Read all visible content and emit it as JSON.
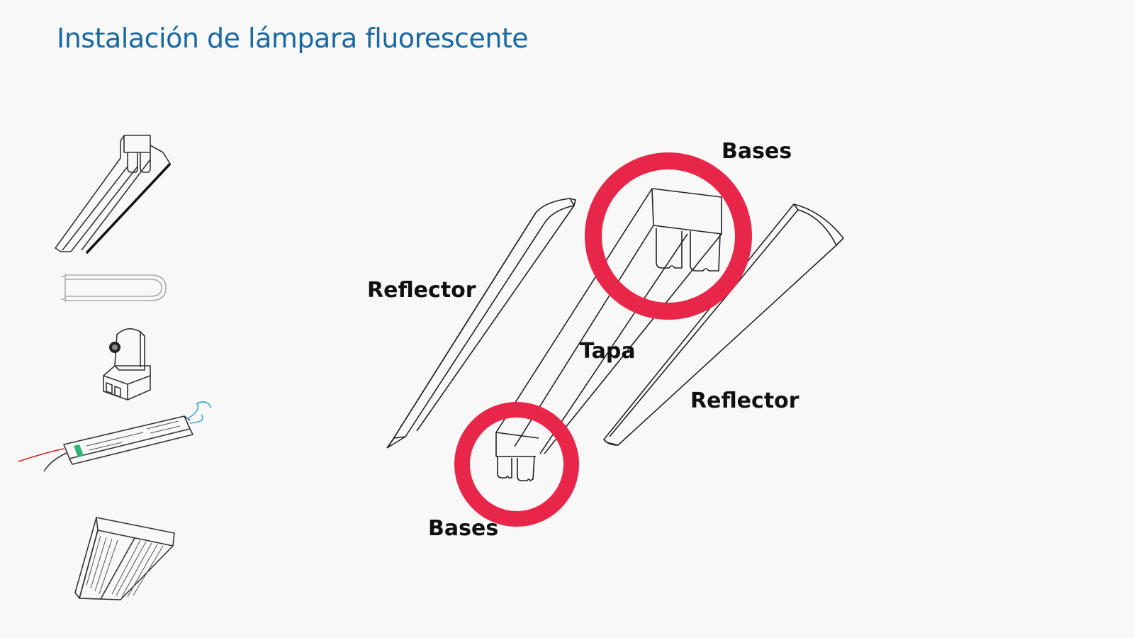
{
  "title": "Instalación de lámpara fluorescente",
  "labels": {
    "bases_top": "Bases",
    "reflector_left": "Reflector",
    "tapa": "Tapa",
    "reflector_right": "Reflector",
    "bases_bottom": "Bases"
  },
  "sidebar": {
    "items": [
      {
        "icon": "fixture-icon"
      },
      {
        "icon": "u-tube-icon"
      },
      {
        "icon": "lampholder-icon"
      },
      {
        "icon": "ballast-icon"
      },
      {
        "icon": "troffer-icon"
      }
    ]
  },
  "colors": {
    "title": "#1768a3",
    "highlight": "#e8264a",
    "line": "#222222",
    "wire_blue": "#3aa7e0",
    "wire_red": "#e02020",
    "ballast_green": "#2bb673"
  }
}
